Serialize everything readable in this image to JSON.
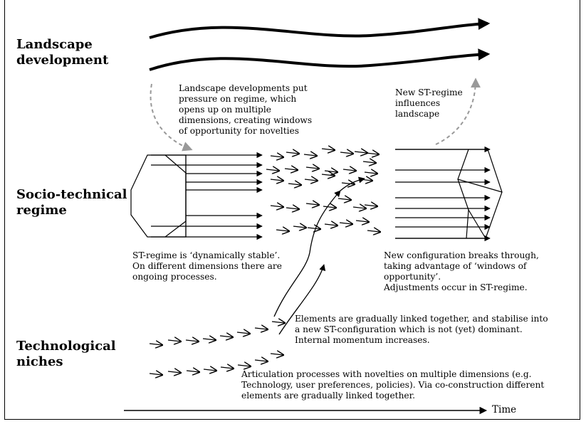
{
  "levels": {
    "landscape": "Landscape\ndevelopment",
    "regime": "Socio-technical\nregime",
    "niches": "Technological\nniches"
  },
  "notes": {
    "landscape_pressure": "Landscape developments put\npressure on regime, which\nopens up on multiple\ndimensions, creating windows\nof opportunity for novelties",
    "new_regime_influence": "New ST-regime\ninfluences\nlandscape",
    "regime_stable": "ST-regime is ‘dynamically stable’.\nOn different dimensions there are\nongoing processes.",
    "breakthrough": "New configuration breaks through,\ntaking advantage of ‘windows of\nopportunity’.\nAdjustments occur in ST-regime.",
    "linking": "Elements are gradually linked together, and stabilise into\na new ST-configuration which is not (yet) dominant.\nInternal momentum increases.",
    "articulation": "Articulation processes with novelties on multiple dimensions (e.g.\nTechnology, user preferences, policies). Via co-construction different\nelements are gradually linked together."
  },
  "time_axis": {
    "label": "Time"
  },
  "colors": {
    "line": "#000000",
    "dashed": "#999999"
  }
}
